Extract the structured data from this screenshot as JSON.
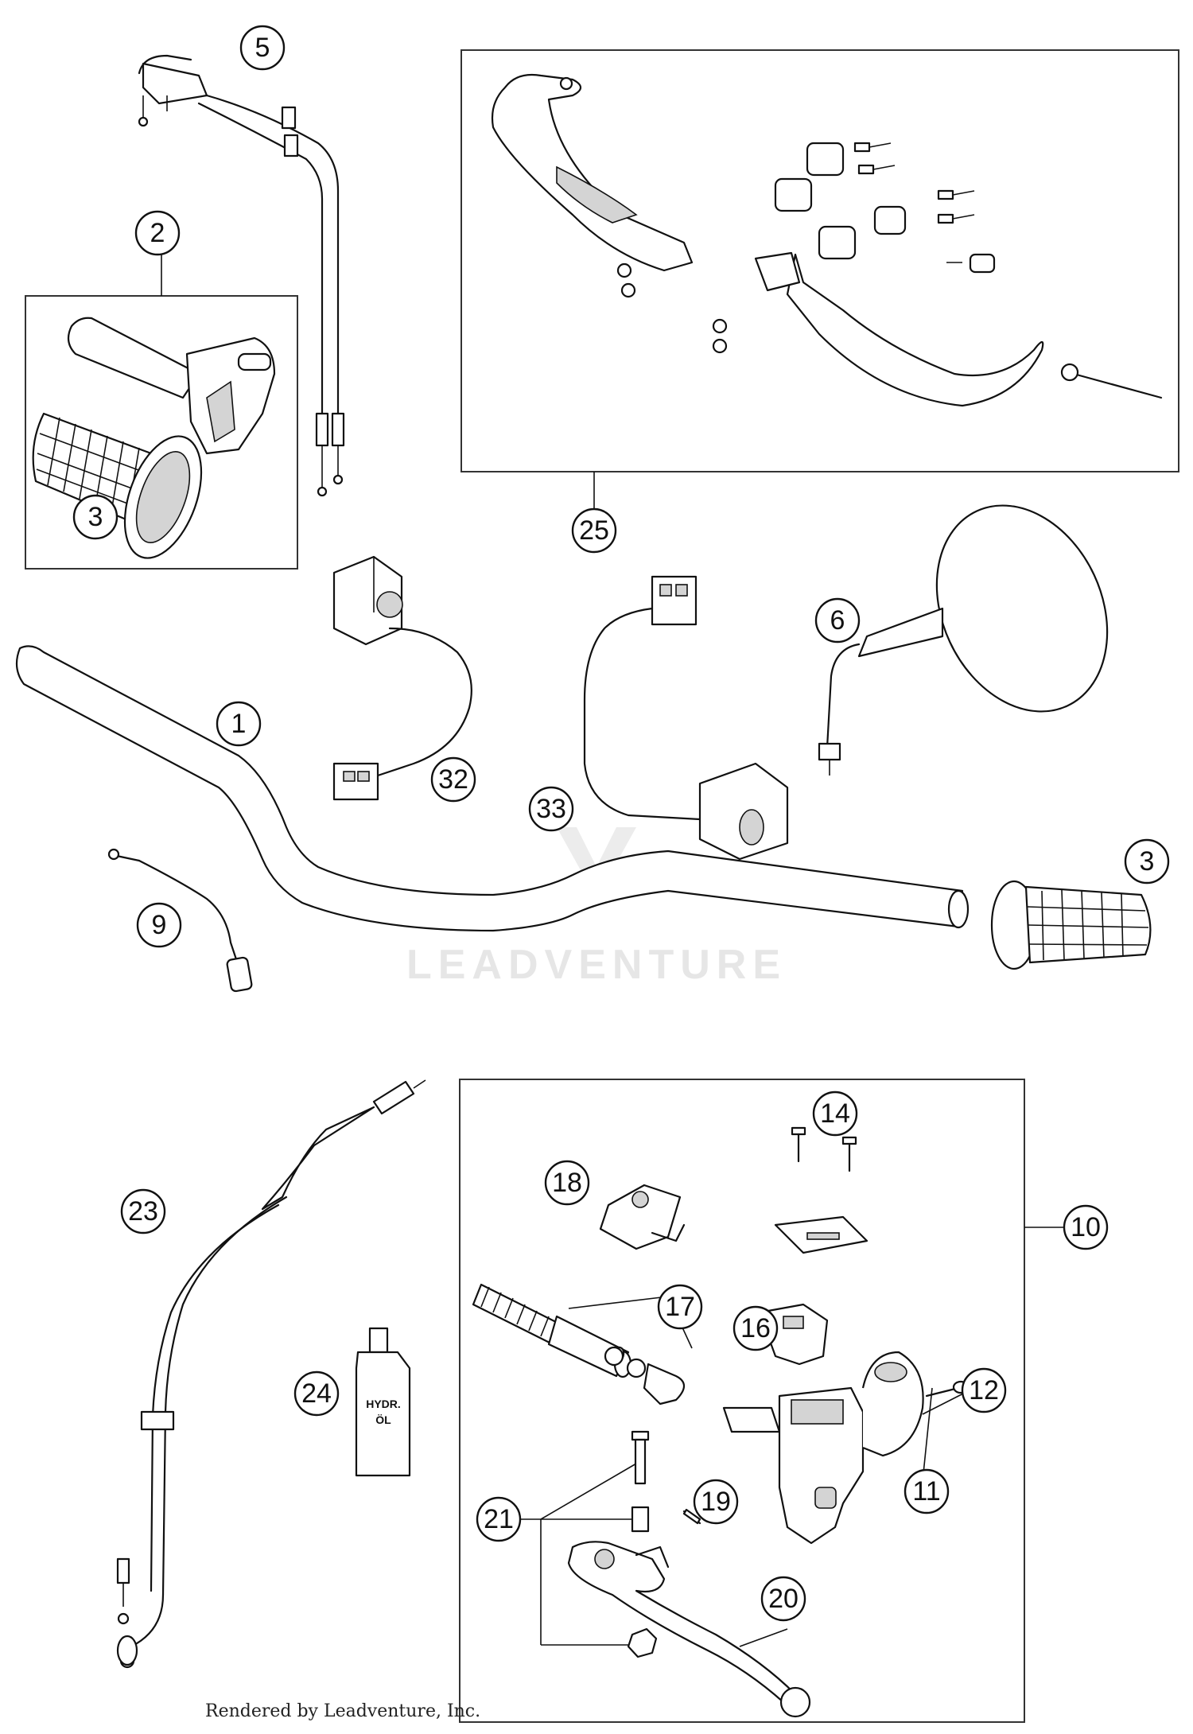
{
  "callouts": {
    "c1": "1",
    "c2": "2",
    "c3a": "3",
    "c3b": "3",
    "c5": "5",
    "c6": "6",
    "c9": "9",
    "c10": "10",
    "c11": "11",
    "c12": "12",
    "c14": "14",
    "c16": "16",
    "c17": "17",
    "c18": "18",
    "c19": "19",
    "c20": "20",
    "c21": "21",
    "c23": "23",
    "c24": "24",
    "c25": "25",
    "c32": "32",
    "c33": "33"
  },
  "watermark": "LEADVENTURE",
  "bottle_label": {
    "line1": "HYDR.",
    "line2": "ÖL"
  },
  "credit": "Rendered by Leadventure, Inc."
}
